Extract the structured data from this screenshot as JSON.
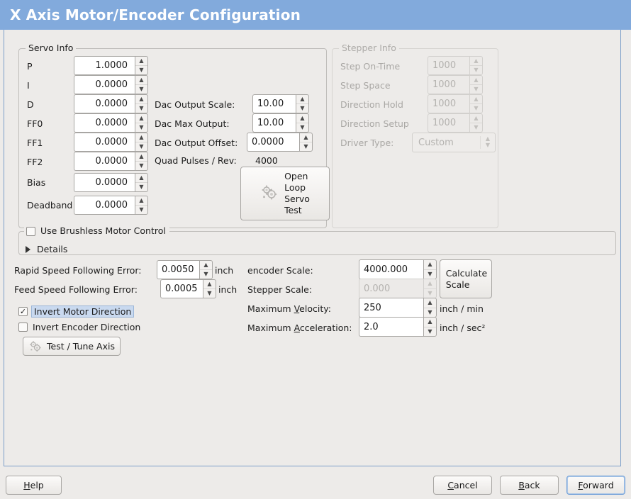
{
  "window": {
    "title": "X Axis Motor/Encoder Configuration",
    "title_bg": "#82aadc",
    "panel_border": "#7d9fc9",
    "bg": "#edebe9"
  },
  "servo_info": {
    "legend": "Servo Info",
    "fields": [
      {
        "label": "P",
        "value": "1.0000"
      },
      {
        "label": "I",
        "value": "0.0000"
      },
      {
        "label": "D",
        "value": "0.0000"
      },
      {
        "label": "FF0",
        "value": "0.0000"
      },
      {
        "label": "FF1",
        "value": "0.0000"
      },
      {
        "label": "FF2",
        "value": "0.0000"
      },
      {
        "label": "Bias",
        "value": "0.0000"
      },
      {
        "label": "Deadband",
        "value": "0.0000"
      }
    ],
    "dac": [
      {
        "label": "Dac Output Scale:",
        "value": "10.00"
      },
      {
        "label": "Dac Max Output:",
        "value": "10.00"
      },
      {
        "label": "Dac Output Offset:",
        "value": "0.0000"
      }
    ],
    "quad_pulses_label": "Quad Pulses / Rev:",
    "quad_pulses_value": "4000",
    "open_loop_button": [
      "Open",
      "Loop",
      "Servo",
      "Test"
    ],
    "open_loop_icon": "gears-icon"
  },
  "stepper_info": {
    "legend": "Stepper Info",
    "disabled": true,
    "fields": [
      {
        "label": "Step On-Time",
        "value": "1000"
      },
      {
        "label": "Step Space",
        "value": "1000"
      },
      {
        "label": "Direction Hold",
        "value": "1000"
      },
      {
        "label": "Direction Setup",
        "value": "1000"
      }
    ],
    "driver_type_label": "Driver Type:",
    "driver_type_value": "Custom"
  },
  "brushless": {
    "checkbox_label": "Use Brushless Motor Control",
    "checked": false,
    "details_label": "Details",
    "details_expanded": false
  },
  "tuning": {
    "rapid_error_label": "Rapid Speed Following Error:",
    "rapid_error_value": "0.0050",
    "rapid_error_unit": "inch",
    "feed_error_label": "Feed Speed Following Error:",
    "feed_error_value": "0.0005",
    "feed_error_unit": "inch",
    "invert_motor_label": "Invert Motor Direction",
    "invert_motor_checked": true,
    "invert_encoder_label": "Invert Encoder Direction",
    "invert_encoder_checked": false,
    "test_tune_label": "Test / Tune Axis",
    "test_tune_icon": "gears-icon"
  },
  "scales": {
    "encoder_scale_label": "encoder Scale:",
    "encoder_scale_value": "4000.000",
    "stepper_scale_label": "Stepper Scale:",
    "stepper_scale_value": "0.000",
    "stepper_scale_disabled": true,
    "calculate_button": [
      "Calculate",
      "Scale"
    ],
    "max_velocity_label_pre": "Maximum ",
    "max_velocity_mnemonic": "V",
    "max_velocity_label_post": "elocity:",
    "max_velocity_value": "250",
    "max_velocity_unit": "inch / min",
    "max_accel_label_pre": "Maximum ",
    "max_accel_mnemonic": "A",
    "max_accel_label_post": "cceleration:",
    "max_accel_value": "2.0",
    "max_accel_unit": "inch / sec²"
  },
  "footer": {
    "help": {
      "pre": "",
      "mnemonic": "H",
      "post": "elp"
    },
    "cancel": {
      "pre": "",
      "mnemonic": "C",
      "post": "ancel"
    },
    "back": {
      "pre": "",
      "mnemonic": "B",
      "post": "ack"
    },
    "forward": {
      "pre": "",
      "mnemonic": "F",
      "post": "orward"
    }
  }
}
